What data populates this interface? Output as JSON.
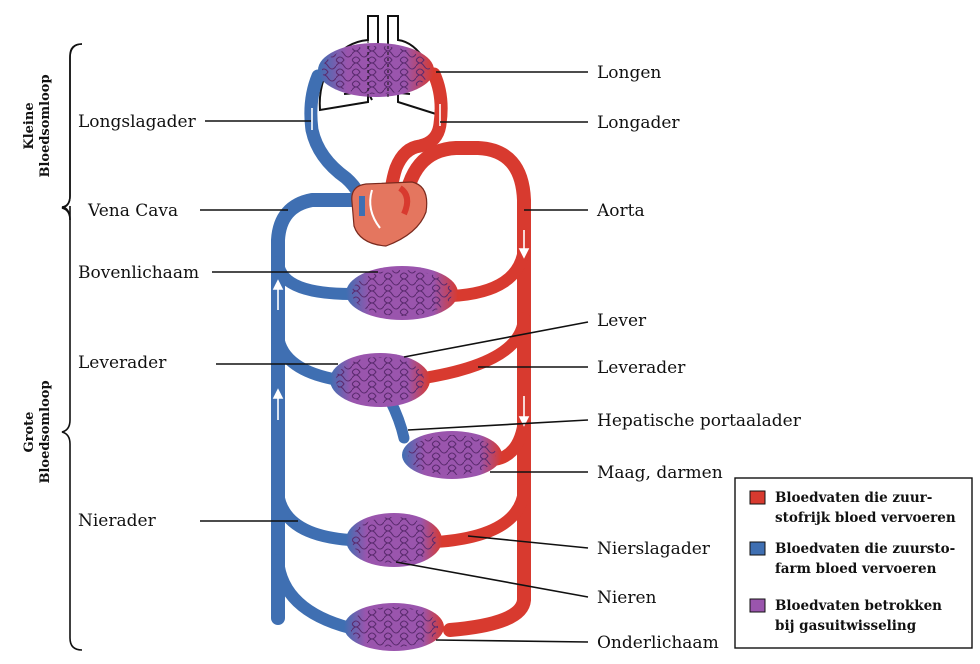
{
  "colors": {
    "oxygenated": "#d83a2f",
    "deoxygenated": "#3f6fb2",
    "exchange": "#9a55ad",
    "heart": "#e4765f"
  },
  "side_labels": {
    "small_line1": "Kleine",
    "small_line2": "Bloedsomloop",
    "large_line1": "Grote",
    "large_line2": "Bloedsomloop"
  },
  "left_labels": {
    "longslagader": "Longslagader",
    "vena_cava": "Vena Cava",
    "bovenlichaam": "Bovenlichaam",
    "leverader": "Leverader",
    "nierader": "Nierader"
  },
  "right_labels": {
    "longen": "Longen",
    "longader": "Longader",
    "aorta": "Aorta",
    "lever": "Lever",
    "leverader": "Leverader",
    "portaalader": "Hepatische portaalader",
    "maag": "Maag, darmen",
    "nierslagader": "Nierslagader",
    "nieren": "Nieren",
    "onderlichaam": "Onderlichaam"
  },
  "legend": {
    "red_line1": "Bloedvaten die zuur-",
    "red_line2": "stofrijk bloed vervoeren",
    "blue_line1": "Bloedvaten die zuursto-",
    "blue_line2": "farm bloed vervoeren",
    "purple_line1": "Bloedvaten betrokken",
    "purple_line2": "bij gasuitwisseling"
  }
}
